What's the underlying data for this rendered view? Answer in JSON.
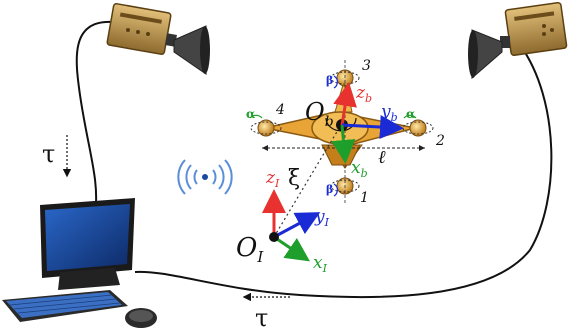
{
  "labels": {
    "tau_left": "τ",
    "tau_bottom": "τ",
    "xi": "ξ",
    "ell": "ℓ",
    "origin_inertial": "O",
    "origin_inertial_sub": "I",
    "z_inertial": "z",
    "z_inertial_sub": "I",
    "y_inertial": "y",
    "y_inertial_sub": "I",
    "x_inertial": "x",
    "x_inertial_sub": "I",
    "origin_body": "O",
    "origin_body_sub": "b",
    "z_body": "z",
    "z_body_sub": "b",
    "y_body": "y",
    "y_body_sub": "b",
    "x_body": "x",
    "x_body_sub": "b",
    "rotor_1": "1",
    "rotor_2": "2",
    "rotor_3": "3",
    "rotor_4": "4",
    "alpha_a": "α",
    "alpha_b": "α",
    "beta_a": "β",
    "beta_b": "β"
  },
  "colors": {
    "z_axis": "#e8322f",
    "y_axis": "#1a2bd6",
    "x_axis": "#1e9e2a",
    "drone_body": "#e9a437",
    "camera_body": "#c49a4c",
    "monitor_screen": "#1f4fa8",
    "wifi": "#5a8fd8"
  }
}
